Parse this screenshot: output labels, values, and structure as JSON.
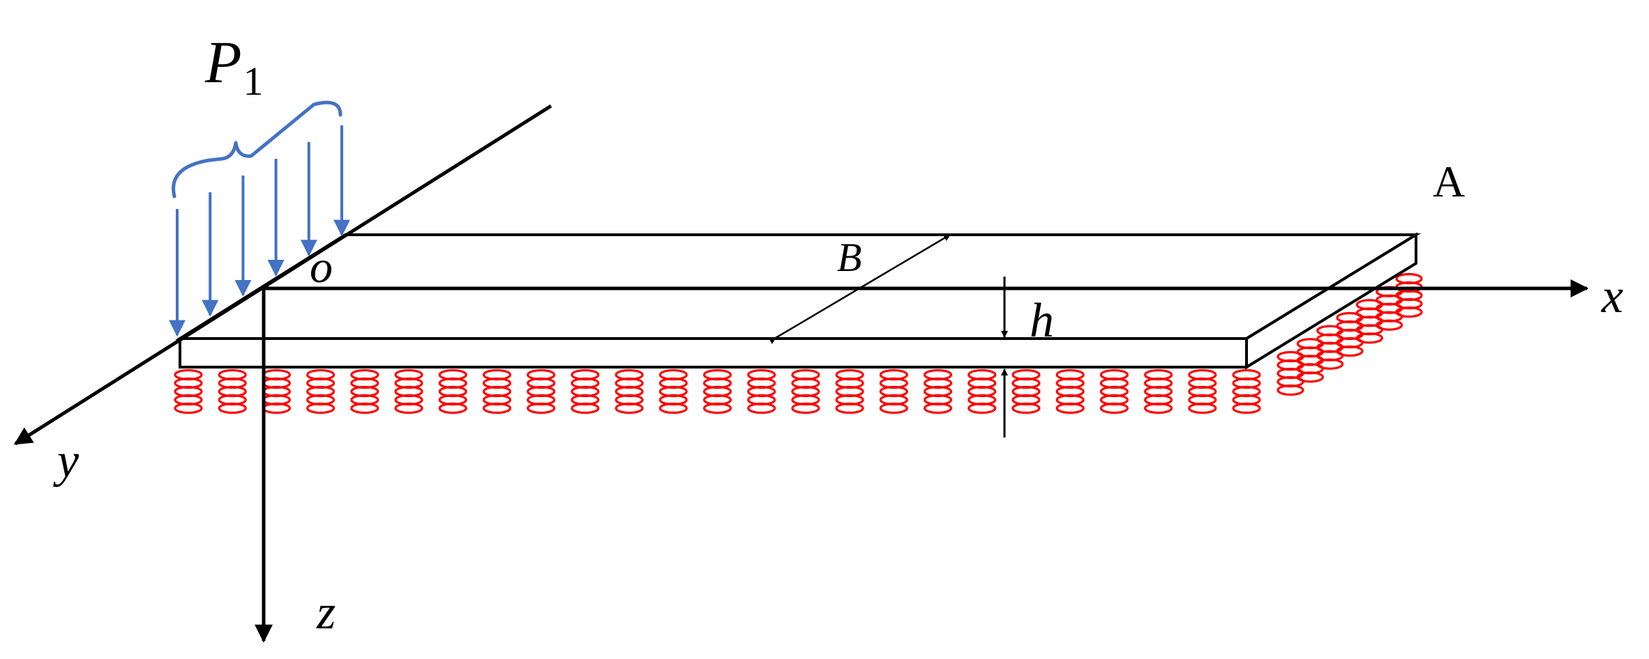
{
  "labels": {
    "load": "P",
    "load_sub": "1",
    "origin": "o",
    "axis_x": "x",
    "axis_y": "y",
    "axis_z": "z",
    "width": "B",
    "thickness": "h",
    "corner": "A"
  },
  "colors": {
    "outline": "#000000",
    "load": "#4472C4",
    "springs": "#FF0000"
  },
  "counts": {
    "load_arrows": 6,
    "springs_front": 25,
    "springs_side": 7
  }
}
